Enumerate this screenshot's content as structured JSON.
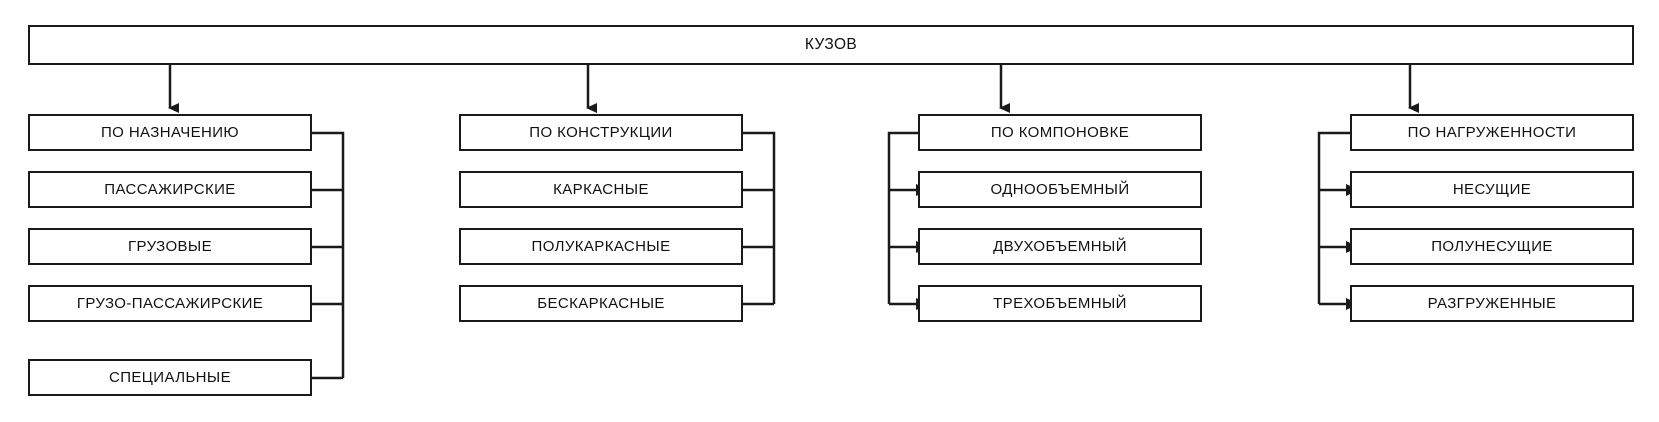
{
  "diagram": {
    "title": "КУЗОВ",
    "type": "hierarchy-tree",
    "root": {
      "label": "КУЗОВ"
    },
    "columns": [
      {
        "id": "po-naznacheniyu",
        "header": "ПО НАЗНАЧЕНИЮ",
        "bus_side": "right",
        "children": [
          "ПАССАЖИРСКИЕ",
          "ГРУЗОВЫЕ",
          "ГРУЗО-ПАССАЖИРСКИЕ",
          "СПЕЦИАЛЬНЫЕ"
        ]
      },
      {
        "id": "po-konstrukcii",
        "header": "ПО КОНСТРУКЦИИ",
        "bus_side": "right",
        "children": [
          "КАРКАСНЫЕ",
          "ПОЛУКАРКАСНЫЕ",
          "БЕСКАРКАСНЫЕ"
        ]
      },
      {
        "id": "po-komponovke",
        "header": "ПО КОМПОНОВКЕ",
        "bus_side": "left",
        "children": [
          "ОДНООБЪЕМНЫЙ",
          "ДВУХОБЪЕМНЫЙ",
          "ТРЕХОБЪЕМНЫЙ"
        ]
      },
      {
        "id": "po-nagruzhennosti",
        "header": "ПО НАГРУЖЕННОСТИ",
        "bus_side": "left",
        "children": [
          "НЕСУЩИЕ",
          "ПОЛУНЕСУЩИЕ",
          "РАЗГРУЖЕННЫЕ"
        ]
      }
    ],
    "colors": {
      "stroke": "#1a1a1a",
      "background": "#ffffff",
      "text": "#111111"
    }
  }
}
